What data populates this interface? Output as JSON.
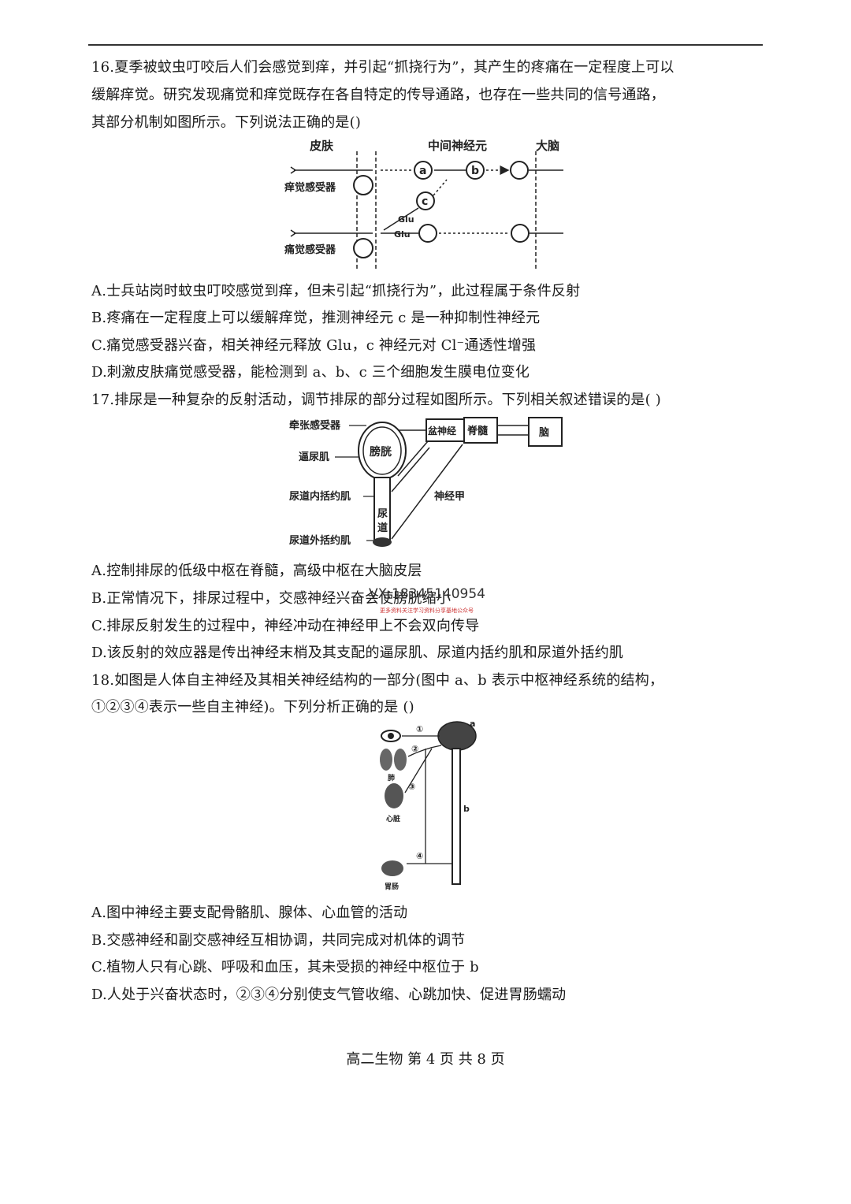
{
  "q16": {
    "l1": "16.夏季被蚊虫叮咬后人们会感觉到痒，并引起“抓挠行为”，其产生的疼痛在一定程度上可以",
    "l2": "缓解痒觉。研究发现痛觉和痒觉既存在各自特定的传导通路，也存在一些共同的信号通路，",
    "l3": "其部分机制如图所示。下列说法正确的是()",
    "fig": {
      "skin": "皮肤",
      "inter": "中间神经元",
      "brain": "大脑",
      "itch": "痒觉感受器",
      "pain": "痛觉感受器",
      "a": "a",
      "b": "b",
      "c": "c",
      "glu1": "Glu",
      "glu2": "Glu"
    },
    "A": "A.士兵站岗时蚊虫叮咬感觉到痒，但未引起“抓挠行为”，此过程属于条件反射",
    "B": "B.疼痛在一定程度上可以缓解痒觉，推测神经元 c 是一种抑制性神经元",
    "C": "C.痛觉感受器兴奋，相关神经元释放 Glu，c 神经元对 Cl⁻通透性增强",
    "D": "D.刺激皮肤痛觉感受器，能检测到 a、b、c 三个细胞发生膜电位变化"
  },
  "q17": {
    "l1": "17.排尿是一种复杂的反射活动，调节排尿的部分过程如图所示。下列相关叙述错误的是(    )",
    "fig": {
      "stretch": "牵张感受器",
      "detrusor": "逼尿肌",
      "inner": "尿道内括约肌",
      "outer": "尿道外括约肌",
      "bladder": "膀胱",
      "urethra1": "尿",
      "urethra2": "道",
      "pelvic": "盆神经",
      "spine": "脊髓",
      "brain": "脑",
      "nerve": "神经甲"
    },
    "A": "A.控制排尿的低级中枢在脊髓，高级中枢在大脑皮层",
    "B": "B.正常情况下，排尿过程中，交感神经兴奋会使膀胱缩小",
    "C": "C.排尿反射发生的过程中，神经冲动在神经甲上不会双向传导",
    "D": "D.该反射的效应器是传出神经末梢及其支配的逼尿肌、尿道内括约肌和尿道外括约肌"
  },
  "watermark": {
    "line1": "VX:18345140954",
    "line2": "更多资料关注学习资料分享基地公众号"
  },
  "q18": {
    "l1": "18.如图是人体自主神经及其相关神经结构的一部分(图中 a、b 表示中枢神经系统的结构，",
    "l2": "①②③④表示一些自主神经)。下列分析正确的是 ()",
    "fig": {
      "n1": "①",
      "n2": "②",
      "n3": "③",
      "n4": "④",
      "a": "a",
      "b": "b",
      "lung": "肺",
      "heart": "心脏",
      "gut": "胃肠"
    },
    "A": "A.图中神经主要支配骨骼肌、腺体、心血管的活动",
    "B": "B.交感神经和副交感神经互相协调，共同完成对机体的调节",
    "C": "C.植物人只有心跳、呼吸和血压，其未受损的神经中枢位于 b",
    "D": "D.人处于兴奋状态时，②③④分别使支气管收缩、心跳加快、促进胃肠蠕动"
  },
  "footer": "高二生物 第 4 页 共 8 页"
}
